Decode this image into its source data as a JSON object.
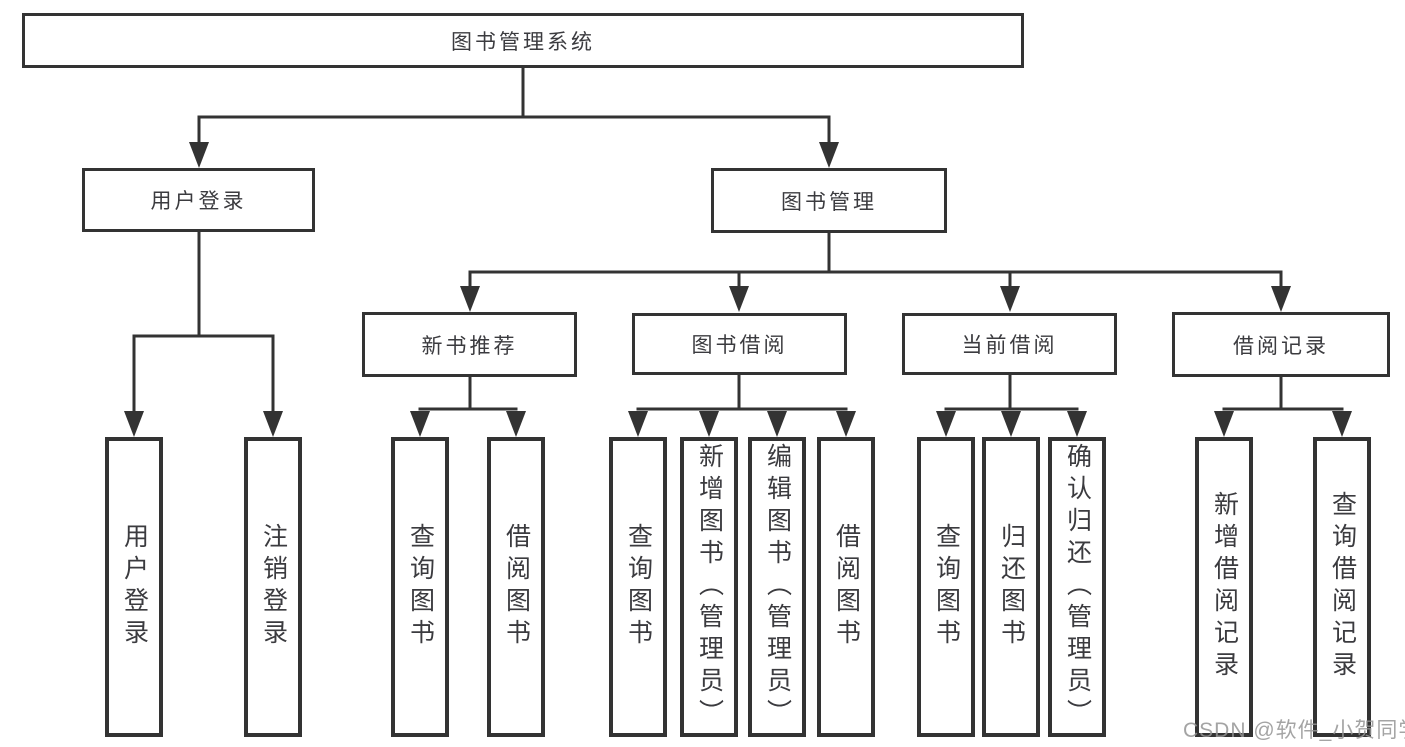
{
  "diagram": {
    "root": {
      "label": "图书管理系统"
    },
    "branches": [
      {
        "label": "用户登录",
        "children": [
          {
            "label": "用户登录"
          },
          {
            "label": "注销登录"
          }
        ]
      },
      {
        "label": "图书管理",
        "children": [
          {
            "label": "新书推荐",
            "children": [
              {
                "label": "查询图书"
              },
              {
                "label": "借阅图书"
              }
            ]
          },
          {
            "label": "图书借阅",
            "children": [
              {
                "label": "查询图书"
              },
              {
                "label": "新增图书（管理员）"
              },
              {
                "label": "编辑图书（管理员）"
              },
              {
                "label": "借阅图书"
              }
            ]
          },
          {
            "label": "当前借阅",
            "children": [
              {
                "label": "查询图书"
              },
              {
                "label": "归还图书"
              },
              {
                "label": "确认归还（管理员）"
              }
            ]
          },
          {
            "label": "借阅记录",
            "children": [
              {
                "label": "新增借阅记录"
              },
              {
                "label": "查询借阅记录"
              }
            ]
          }
        ]
      }
    ]
  },
  "watermark": {
    "text": "CSDN @软件_小贺同学"
  },
  "colors": {
    "line": "#333333",
    "text": "#3b3b3f",
    "background": "#ffffff",
    "watermark": "#949494"
  }
}
